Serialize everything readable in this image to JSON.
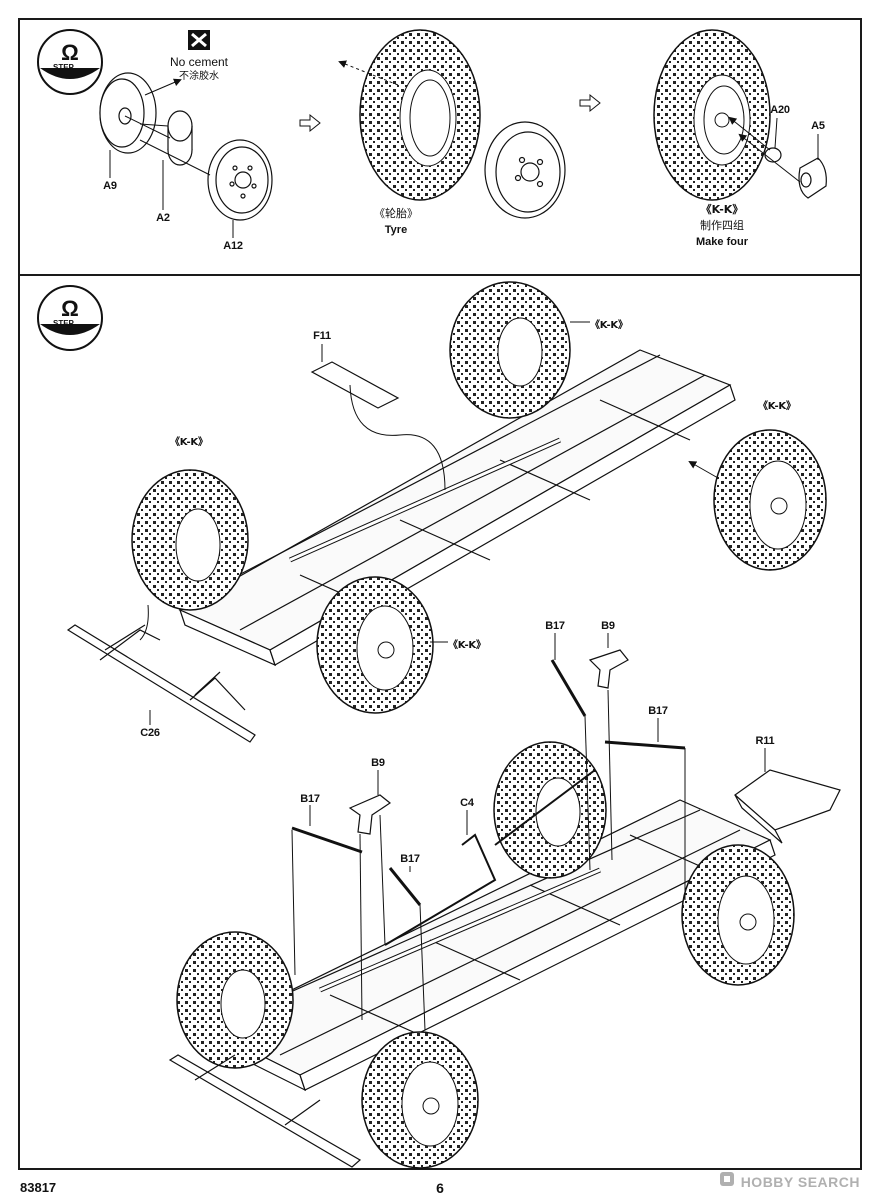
{
  "step_a": {
    "step_word": "STEP",
    "no_cement_en": "No cement",
    "no_cement_zh": "不涂胶水",
    "parts": {
      "a9": "A9",
      "a2": "A2",
      "a12": "A12",
      "a20": "A20",
      "a5": "A5"
    },
    "tyre_zh": "《轮胎》",
    "tyre_en": "Tyre",
    "kk_label": "《K-K》",
    "make_four_zh": "制作四组",
    "make_four_en": "Make four"
  },
  "step_b": {
    "step_word": "STEP",
    "parts": {
      "f11": "F11",
      "c26": "C26",
      "b17_a": "B17",
      "b9_a": "B9",
      "b17_b": "B17",
      "r11": "R11",
      "b9_b": "B9",
      "b17_c": "B17",
      "b17_d": "B17",
      "c4": "C4"
    },
    "kk_labels": [
      "《K-K》",
      "《K-K》",
      "《K-K》",
      "《K-K》"
    ]
  },
  "footer": {
    "kit_number": "83817",
    "page_number": "6",
    "watermark": "HOBBY SEARCH"
  }
}
